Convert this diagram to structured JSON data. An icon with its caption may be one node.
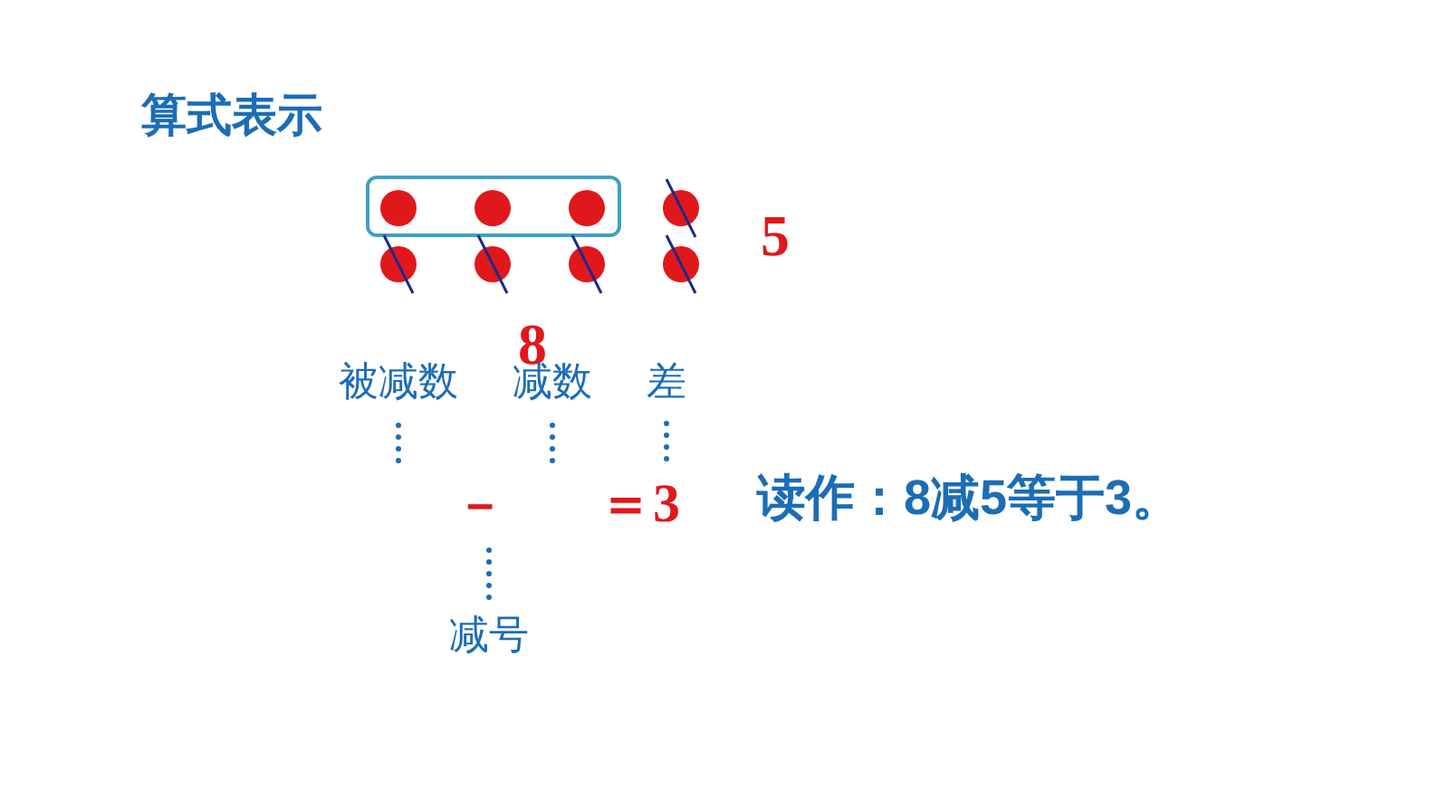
{
  "diagram": {
    "title": "算式表示",
    "nodes": [
      {
        "text": [
          "被减数"
        ]
      },
      {
        "text": [
          "减数"
        ]
      },
      {
        "text": [
          "差"
        ]
      },
      {
        "text": [
          "－"
        ]
      },
      {
        "text": [
          "＝3"
        ]
      },
      {
        "text": [
          "减号"
        ]
      }
    ],
    "edges": [
      {
        "from": 0,
        "to": null,
        "arrow": "none",
        "style": "dashed"
      },
      {
        "from": 1,
        "to": null,
        "arrow": "none",
        "style": "dashed"
      },
      {
        "from": 2,
        "to": 4,
        "arrow": "none",
        "style": "dashed"
      },
      {
        "from": 5,
        "to": 3,
        "arrow": "none",
        "style": "dashed"
      }
    ],
    "labels": [
      "5",
      "8",
      "读作：8减5等于3。"
    ]
  }
}
